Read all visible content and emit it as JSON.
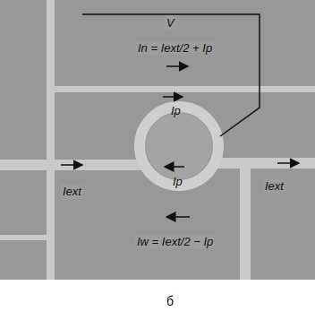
{
  "diagram": {
    "labels": [
      "V",
      "In = Iext/2 + Ip",
      "Ip",
      "Ip",
      "Iext",
      "Iext",
      "Iw = Iext/2 − Ip",
      "б"
    ]
  }
}
